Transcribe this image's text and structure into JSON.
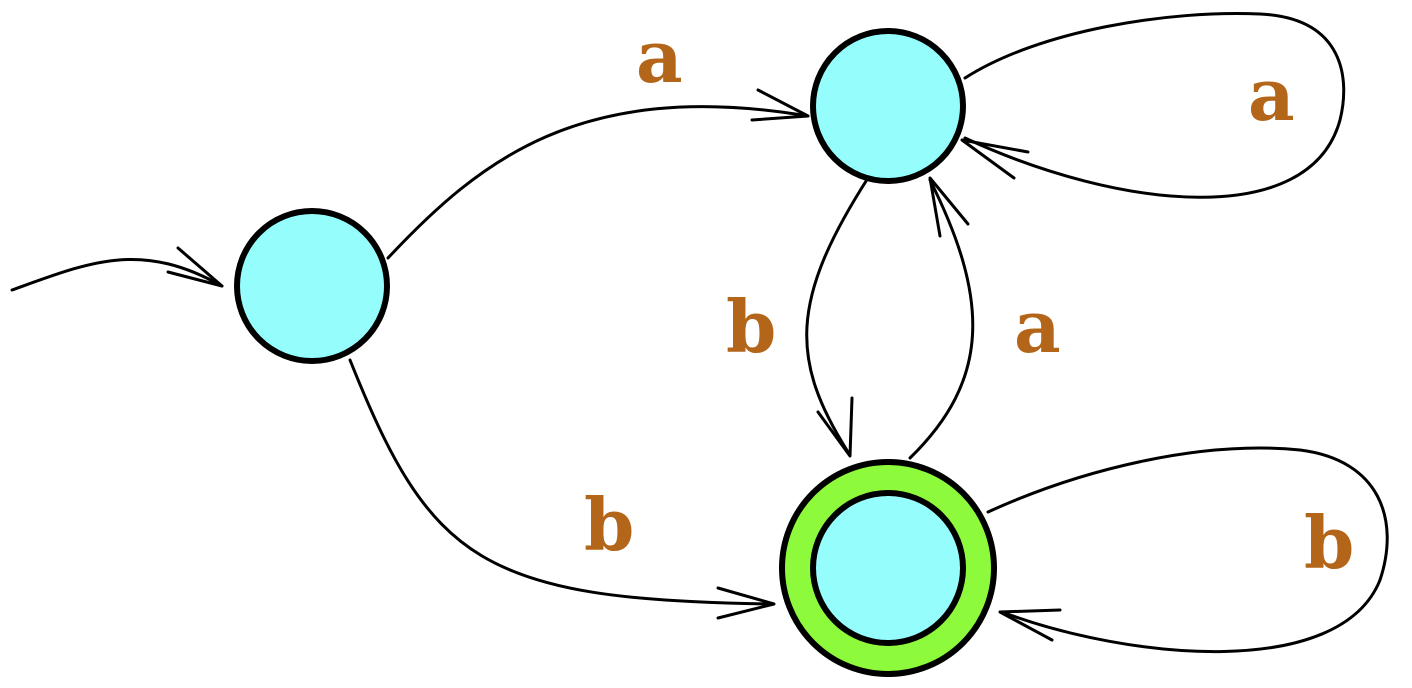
{
  "diagram": {
    "type": "finite-automaton",
    "colors": {
      "state_fill": "#96fdfd",
      "accept_ring": "#8dfb3c",
      "stroke": "#000000",
      "label": "#b3661a"
    },
    "states": [
      {
        "id": "q0",
        "role": "start"
      },
      {
        "id": "q1",
        "role": "normal"
      },
      {
        "id": "q2",
        "role": "accepting"
      }
    ],
    "transitions": [
      {
        "id": "start-arrow",
        "from": null,
        "to": "q0",
        "label": ""
      },
      {
        "id": "q0-q1",
        "from": "q0",
        "to": "q1",
        "label": "a"
      },
      {
        "id": "q0-q2",
        "from": "q0",
        "to": "q2",
        "label": "b"
      },
      {
        "id": "q1-q1",
        "from": "q1",
        "to": "q1",
        "label": "a"
      },
      {
        "id": "q1-q2",
        "from": "q1",
        "to": "q2",
        "label": "b"
      },
      {
        "id": "q2-q1",
        "from": "q2",
        "to": "q1",
        "label": "a"
      },
      {
        "id": "q2-q2",
        "from": "q2",
        "to": "q2",
        "label": "b"
      }
    ]
  }
}
